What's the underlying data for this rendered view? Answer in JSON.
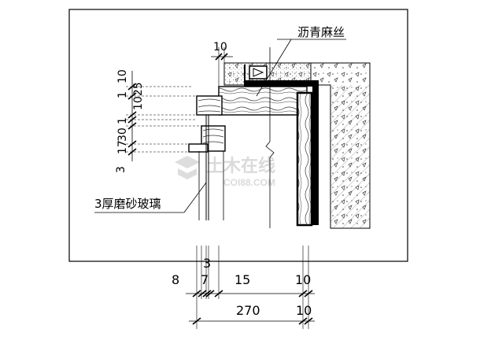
{
  "labels": {
    "top_dim": "10",
    "asphalt_hemp": "沥青麻丝",
    "glass": "3厚磨砂玻璃"
  },
  "left_dims": [
    "10",
    "1",
    "1025",
    "1",
    "30",
    "17",
    "3"
  ],
  "bottom_dims": {
    "row1": [
      "3"
    ],
    "row2": [
      "8",
      "7",
      "15",
      "10"
    ],
    "row3": [
      "270",
      "10"
    ]
  },
  "watermark": {
    "cn": "土木在线",
    "en": "COI88.COM"
  },
  "colors": {
    "line": "#000000",
    "hatch": "#222222",
    "watermark": "#d6d6d6"
  }
}
